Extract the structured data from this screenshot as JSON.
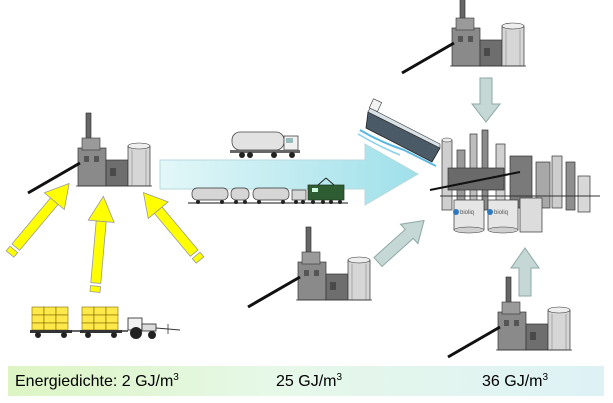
{
  "energy_bar": {
    "label_1": "Energiedichte: 2 GJ/m",
    "label_2": "25 GJ/m",
    "label_3": "36 GJ/m",
    "exp": "3"
  },
  "bioliq_label": "bioliq",
  "colors": {
    "yellow_arrow": "#ffff00",
    "main_arrow": "#bfeef2",
    "grey_arrow": "#c5d8d5",
    "plant": "#7c7c7c",
    "bales": "#ffe84a"
  }
}
